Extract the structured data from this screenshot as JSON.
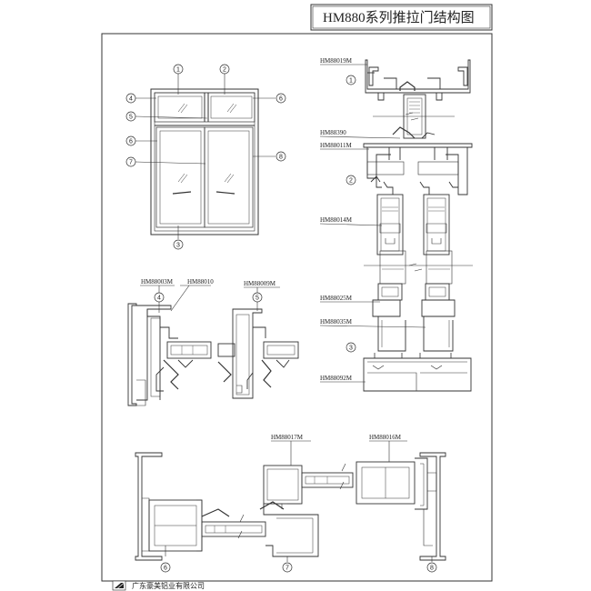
{
  "title": "HM880系列推拉门结构图",
  "company": "广东豪美铝业有限公司",
  "elevation_callouts": [
    "1",
    "2",
    "3",
    "4",
    "5",
    "6",
    "7",
    "8"
  ],
  "section_callouts": [
    "1",
    "2",
    "3",
    "4",
    "5",
    "6",
    "7",
    "8"
  ],
  "profile_labels": {
    "hm88019m": "HM88019M",
    "hm88390": "HM88390",
    "hm88011m": "HM88011M",
    "hm88014m": "HM88014M",
    "hm88025m": "HM88025M",
    "hm88035m": "HM88035M",
    "hm88092m": "HM88092M",
    "hm88003m": "HM88003M",
    "hm88010": "HM88010",
    "hm88009m": "HM88009M",
    "hm88017m": "HM88017M",
    "hm88016m": "HM88016M"
  }
}
